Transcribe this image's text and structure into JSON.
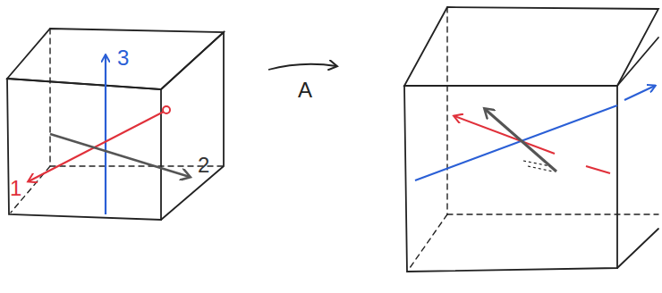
{
  "diagram": {
    "labels": [
      "3",
      "A",
      "1",
      "2"
    ]
  }
}
